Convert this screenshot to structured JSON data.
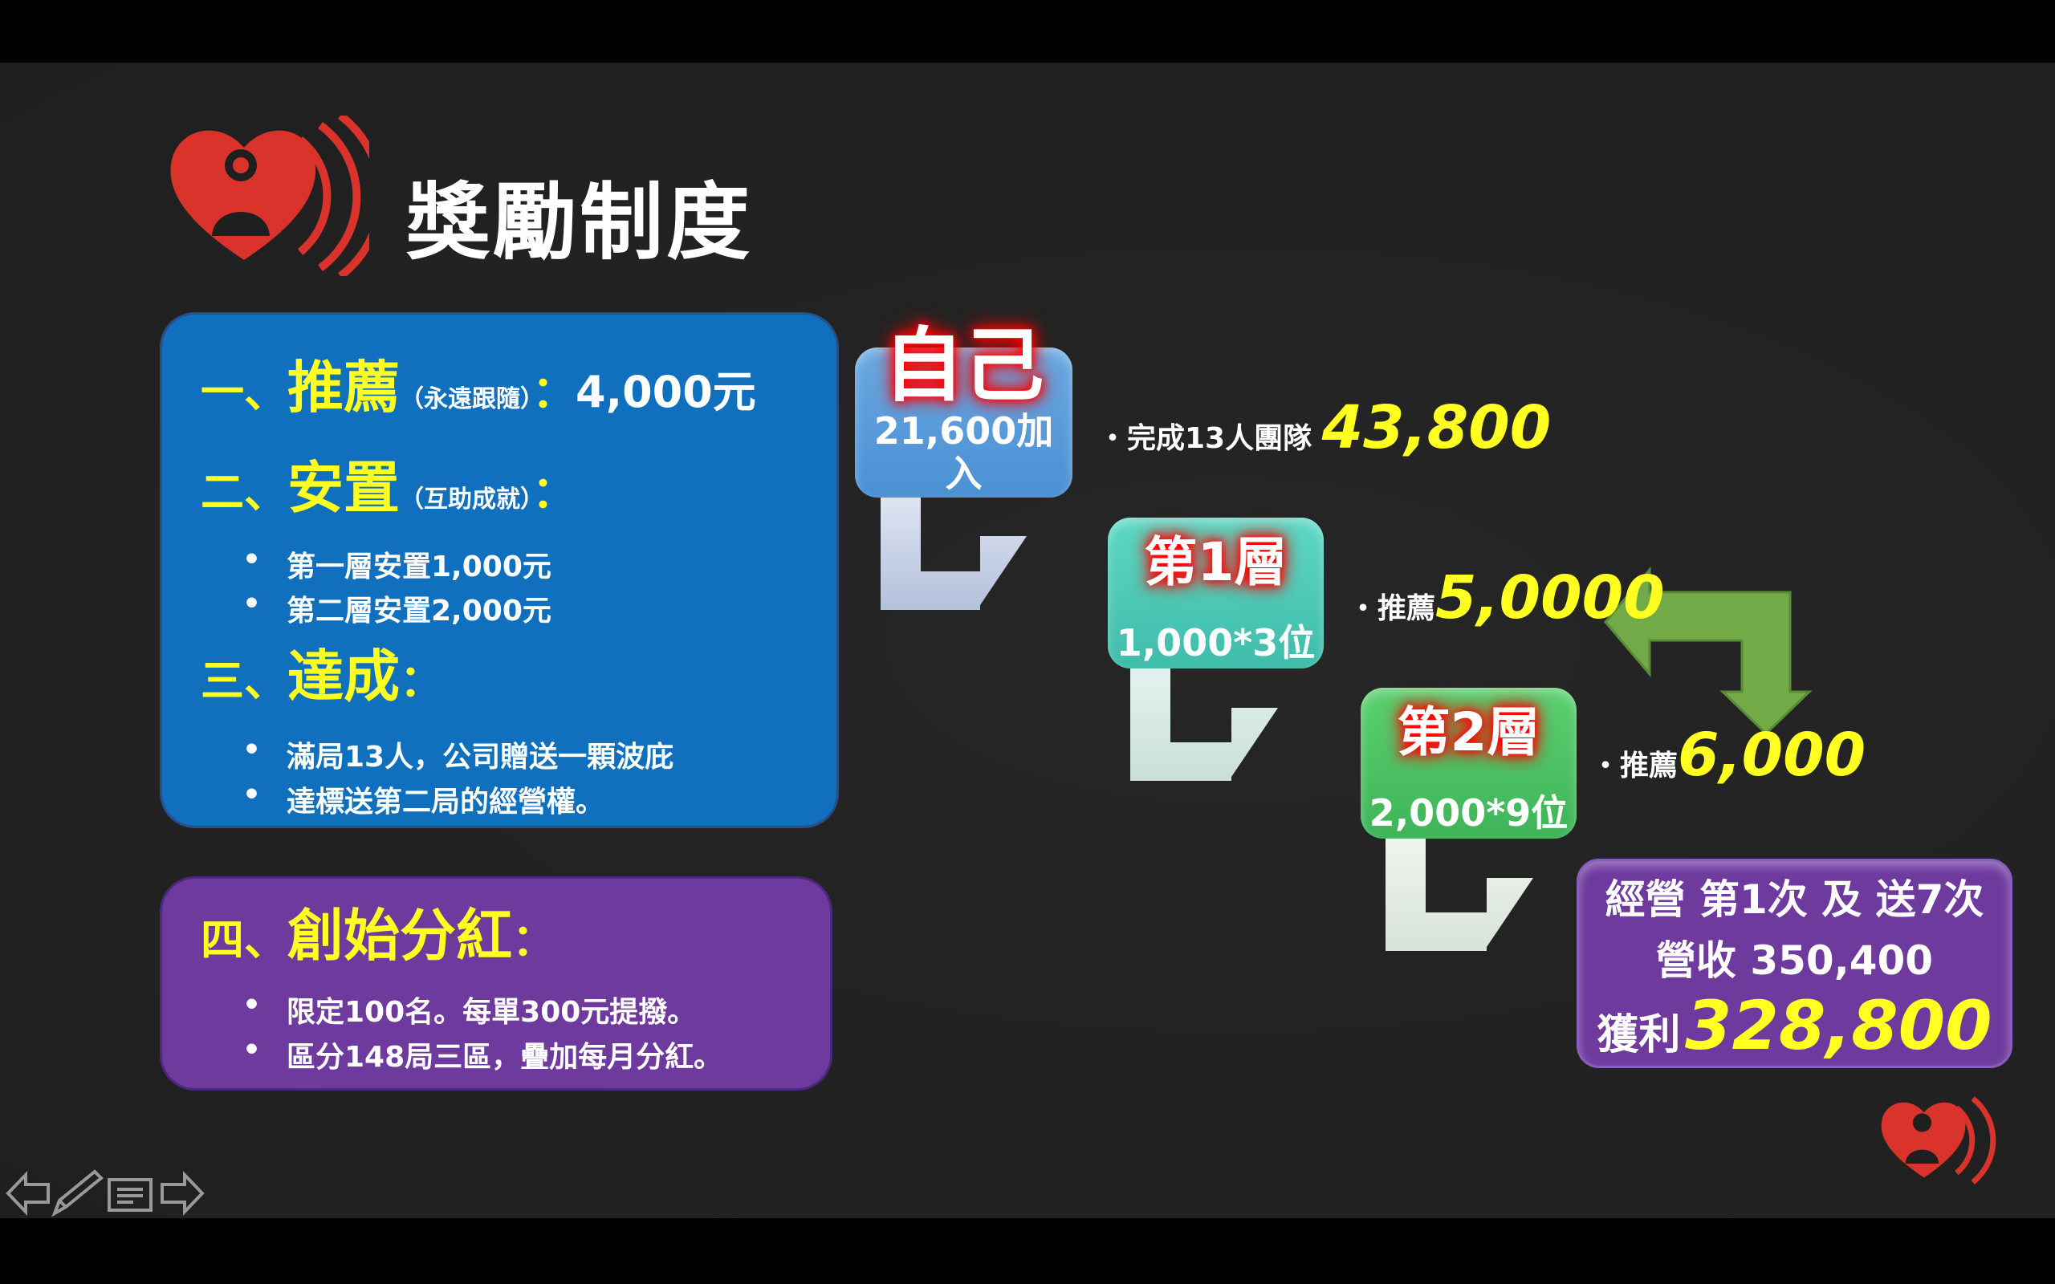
{
  "title": "獎勵制度",
  "blue_panel": {
    "s1": {
      "num": "一、",
      "head": "推薦",
      "note": "（永遠跟隨）",
      "colon": "：",
      "value": "4,000元"
    },
    "s2": {
      "num": "二、",
      "head": "安置",
      "note": "（互助成就）",
      "colon": "："
    },
    "s2_items": [
      "第一層安置1,000元",
      "第二層安置2,000元"
    ],
    "s3": {
      "num": "三、",
      "head": "達成",
      "colon": "："
    },
    "s3_items": [
      "滿局13人，公司贈送一顆波庇",
      "達標送第二局的經營權。"
    ]
  },
  "purple_panel": {
    "num": "四、",
    "head": "創始分紅",
    "colon": "：",
    "items": [
      "限定100名。每單300元提撥。",
      "區分148局三區，疊加每月分紅。"
    ]
  },
  "flow": {
    "self": {
      "title": "自己",
      "sub": "21,600加入"
    },
    "self_note": {
      "label": "・完成13人團隊",
      "value": "43,800"
    },
    "level1": {
      "title": "第1層",
      "sub": "1,000*3位"
    },
    "level1_note": {
      "label": "・推薦",
      "value": "5,0000"
    },
    "level2": {
      "title": "第2層",
      "sub": "2,000*9位"
    },
    "level2_note": {
      "label": "・推薦",
      "value": "6,000"
    },
    "result": {
      "line1": "經營 第1次 及 送7次",
      "line2": "營收 350,400",
      "profit_label": "獲利",
      "profit_value": "328,800"
    }
  },
  "colors": {
    "blue": "#1170bd",
    "purple": "#6e3a9e",
    "teal": "#4ecdb8",
    "green": "#4cbf62",
    "yellow": "#ffff22",
    "logo_red": "#d9332b"
  }
}
